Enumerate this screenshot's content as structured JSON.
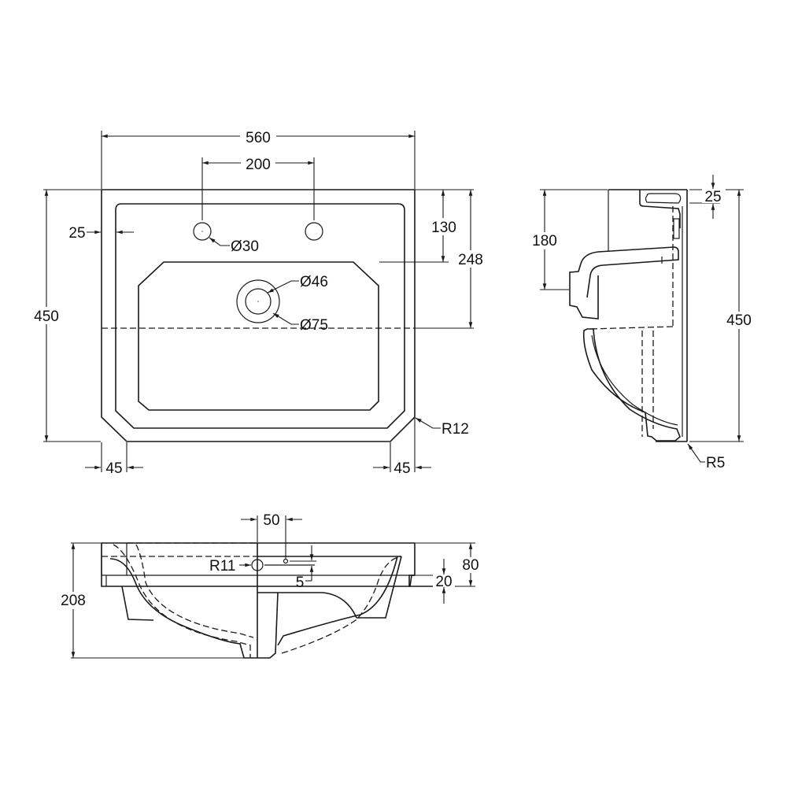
{
  "drawing": {
    "subject": "Basin technical drawing",
    "line_color": "#1a1a1a",
    "background": "#ffffff"
  },
  "top_view": {
    "overall_width": "560",
    "tap_hole_spacing": "200",
    "overall_depth": "450",
    "rim_offset": "25",
    "tap_hole_to_bowl_edge": "130",
    "front_to_waste_centre": "248",
    "tap_hole_diameter": "Ø30",
    "waste_inner_diameter": "Ø46",
    "waste_outer_diameter": "Ø75",
    "corner_chamfer_left": "45",
    "corner_chamfer_right": "45",
    "corner_radius": "R12"
  },
  "side_view": {
    "top_thickness": "25",
    "bowl_height": "180",
    "overall_depth": "450",
    "corner_radius": "R5"
  },
  "front_view": {
    "overflow_offset": "50",
    "overflow_radius": "R11",
    "overflow_gap": "5",
    "overall_height": "208",
    "rim_height": "80",
    "lip_height": "20"
  }
}
